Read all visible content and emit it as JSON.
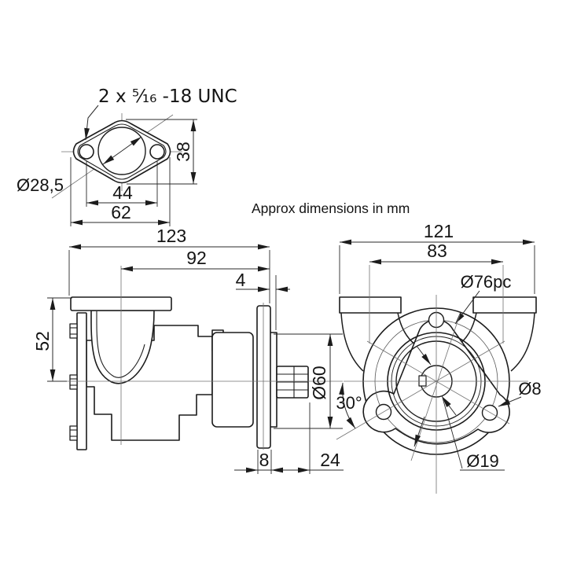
{
  "note": "Approx dimensions in mm",
  "flange_view": {
    "thread_callout": "2 x ⁵⁄₁₆ -18 UNC",
    "bore_diameter": "Ø28,5",
    "hole_spacing": "44",
    "overall_width": "62",
    "overall_height": "38"
  },
  "side_view": {
    "overall_length": "123",
    "port_center_to_rear_face": "92",
    "boss_width": "4",
    "flange_top_to_shaft_center": "52",
    "bearing_diameter": "Ø60",
    "mount_flange_thickness": "8",
    "shaft_length": "24"
  },
  "front_view": {
    "overall_width": "121",
    "port_spacing": "83",
    "bolt_pitch_circle": "Ø76pc",
    "bolt_hole_diameter": "Ø8",
    "shaft_diameter": "Ø19",
    "bolt_angle": "30°"
  }
}
